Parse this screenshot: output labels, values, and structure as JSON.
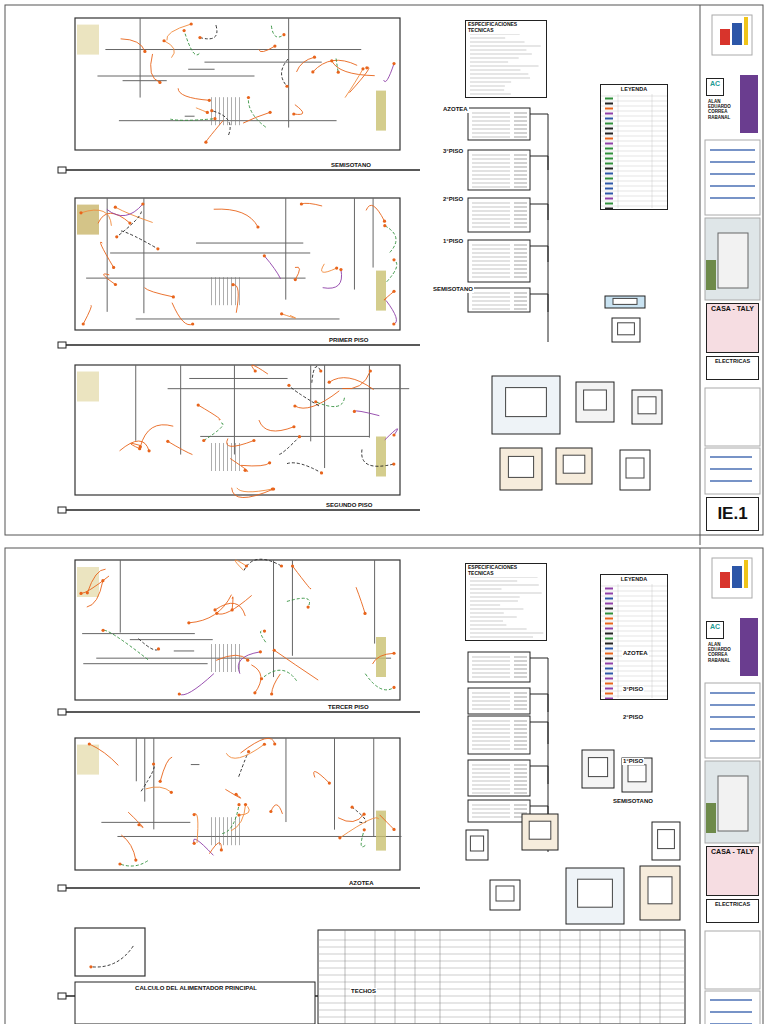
{
  "diagram": {
    "nodes": [
      {
        "text": [
          "ESPECIFICACIONES TECNICAS"
        ]
      },
      {
        "text": [
          "LEYENDA"
        ]
      },
      {
        "text": [
          "AC"
        ]
      },
      {
        "text": [
          "ALAN EDUARDO CORREA RABANAL"
        ]
      },
      {
        "text": [
          "CASA - TALY"
        ]
      },
      {
        "text": [
          "ELECTRICAS"
        ]
      },
      {
        "text": [
          "IE.1"
        ]
      },
      {
        "text": [
          "ESPECIFICACIONES TECNICAS"
        ]
      },
      {
        "text": [
          "LEYENDA"
        ]
      },
      {
        "text": [
          "AC"
        ]
      },
      {
        "text": [
          "ALAN EDUARDO CORREA RABANAL"
        ]
      },
      {
        "text": [
          "CASA - TALY"
        ]
      },
      {
        "text": [
          "ELECTRICAS"
        ]
      },
      {
        "text": [
          "CALCULO DEL ALIMENTADOR PRINCIPAL"
        ]
      }
    ],
    "labels": [
      "SEMISOTANO",
      "PRIMER PISO",
      "SEGUNDO PISO",
      "AZOTEA",
      "3°PISO",
      "2°PISO",
      "1°PISO",
      "SEMISOTANO",
      "TERCER PISO",
      "AZOTEA",
      "TECHOS",
      "AZOTEA",
      "3°PISO",
      "2°PISO",
      "1°PISO",
      "SEMISOTANO"
    ]
  }
}
